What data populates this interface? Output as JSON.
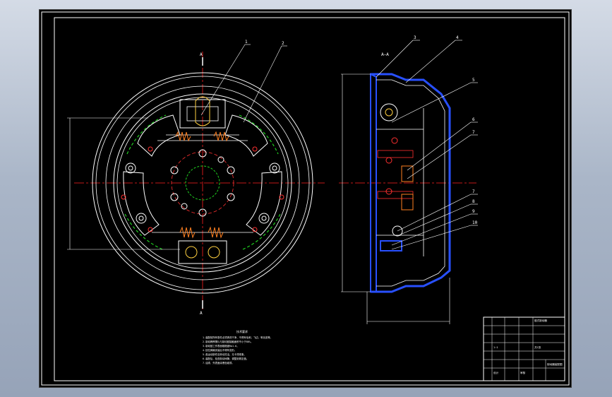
{
  "drawing": {
    "section_label": "A—A",
    "cut_marker": "A",
    "leaders": [
      "1",
      "2",
      "3",
      "4",
      "5",
      "6",
      "7",
      "7",
      "8",
      "9",
      "10"
    ],
    "notes_title": "技术要求",
    "notes": [
      "1.装配前所有零件必须清洗干净，不得有毛刺、飞边、氧化皮等。",
      "2.制动蹄摩擦片与制动鼓接触面积不小于80%。",
      "3.制动鼓工作表面粗糙度Ra1.6。",
      "4.回位弹簧安装后不得有变形。",
      "5.各运动部件应转动灵活，无卡滞现象。",
      "6.装配后，检查制动间隙，调整到规定值。",
      "7.油漆，外表面涂黑色磁漆。"
    ]
  },
  "title_block": {
    "drawing_name": "鼓式制动器",
    "scale": "1:1",
    "sheet": "共1张",
    "school": "制动器装配图",
    "drawn_by": "设计",
    "checked_by": "审核"
  },
  "colors": {
    "background": "#000000",
    "lines": "#ffffff",
    "centerline": "#ff2020",
    "hidden": "#20d020",
    "section": "#2850ff",
    "accent": "#ff8020"
  }
}
